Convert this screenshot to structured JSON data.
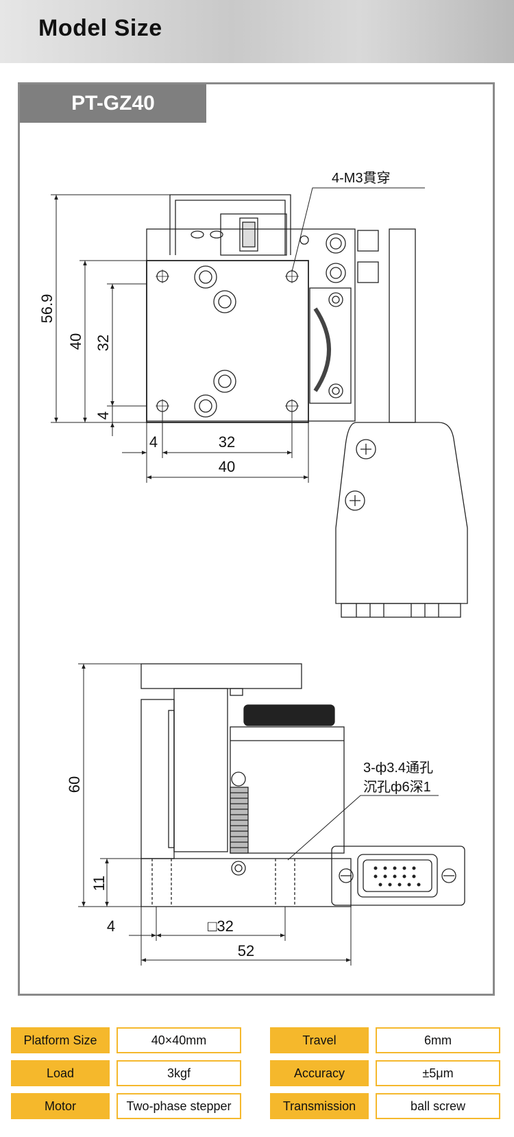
{
  "header": {
    "title": "Model Size"
  },
  "model": {
    "name": "PT-GZ40"
  },
  "top_view": {
    "hole_note": "4-M3貫穿",
    "dims": {
      "height_total": "56.9",
      "height_outer": "40",
      "height_inner": "32",
      "height_offset": "4",
      "width_offset": "4",
      "width_inner": "32",
      "width_outer": "40"
    }
  },
  "side_view": {
    "hole_note_line1": "3-ф3.4通孔",
    "hole_note_line2": "沉孔ф6深1",
    "dims": {
      "height_total": "60",
      "height_base": "11",
      "width_offset": "4",
      "width_inner": "□32",
      "width_total": "52"
    }
  },
  "specs": {
    "platform_size": {
      "label": "Platform Size",
      "value": "40×40mm"
    },
    "load": {
      "label": "Load",
      "value": "3kgf"
    },
    "motor": {
      "label": "Motor",
      "value": "Two-phase stepper"
    },
    "travel": {
      "label": "Travel",
      "value": "6mm"
    },
    "accuracy": {
      "label": "Accuracy",
      "value": "±5μm"
    },
    "transmission": {
      "label": "Transmission",
      "value": "ball screw"
    }
  },
  "colors": {
    "accent": "#f5b82c",
    "tab": "#7f7f7f",
    "border": "#8a8a8a"
  }
}
